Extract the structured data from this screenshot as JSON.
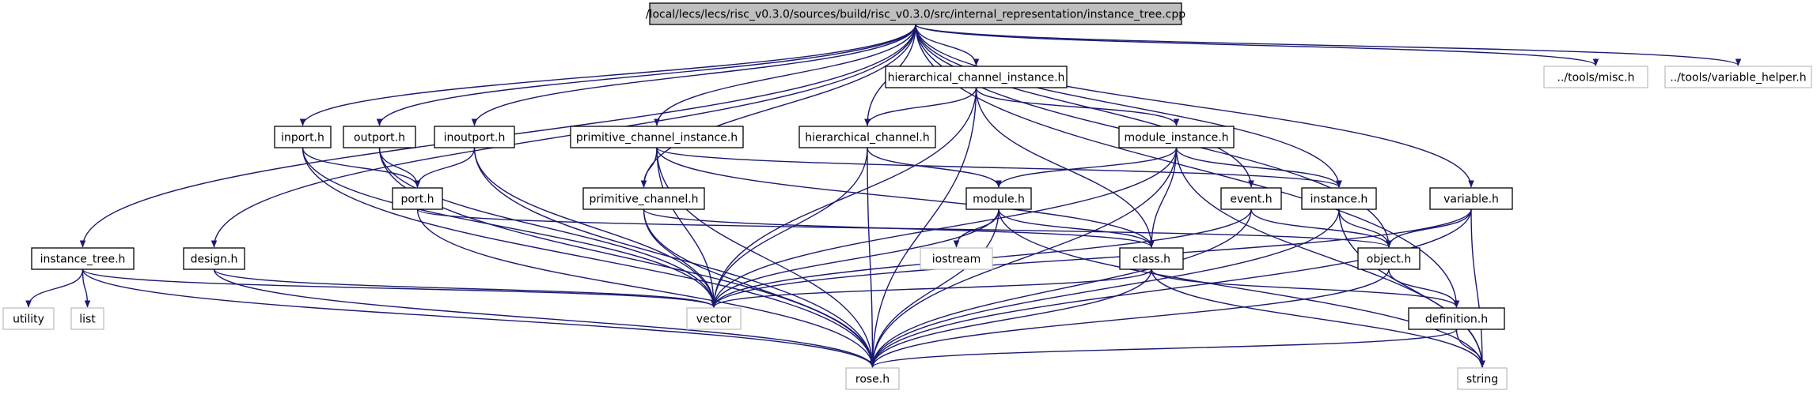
{
  "nodes": [
    {
      "id": "root",
      "label": "/local/lecs/lecs/risc_v0.3.0/sources/build/risc_v0.3.0/src/internal_representation/instance_tree.cpp",
      "kind": "root"
    },
    {
      "id": "hci",
      "label": "hierarchical_channel_instance.h",
      "kind": "normal"
    },
    {
      "id": "misc",
      "label": "../tools/misc.h",
      "kind": "external"
    },
    {
      "id": "varhelper",
      "label": "../tools/variable_helper.h",
      "kind": "external"
    },
    {
      "id": "inport",
      "label": "inport.h",
      "kind": "normal"
    },
    {
      "id": "outport",
      "label": "outport.h",
      "kind": "normal"
    },
    {
      "id": "inoutport",
      "label": "inoutport.h",
      "kind": "normal"
    },
    {
      "id": "pci",
      "label": "primitive_channel_instance.h",
      "kind": "normal"
    },
    {
      "id": "hc",
      "label": "hierarchical_channel.h",
      "kind": "normal"
    },
    {
      "id": "mi",
      "label": "module_instance.h",
      "kind": "normal"
    },
    {
      "id": "port",
      "label": "port.h",
      "kind": "normal"
    },
    {
      "id": "pc",
      "label": "primitive_channel.h",
      "kind": "normal"
    },
    {
      "id": "module",
      "label": "module.h",
      "kind": "normal"
    },
    {
      "id": "event",
      "label": "event.h",
      "kind": "normal"
    },
    {
      "id": "instance",
      "label": "instance.h",
      "kind": "normal"
    },
    {
      "id": "variable",
      "label": "variable.h",
      "kind": "normal"
    },
    {
      "id": "itree",
      "label": "instance_tree.h",
      "kind": "normal"
    },
    {
      "id": "design",
      "label": "design.h",
      "kind": "normal"
    },
    {
      "id": "iostream",
      "label": "iostream",
      "kind": "external"
    },
    {
      "id": "class",
      "label": "class.h",
      "kind": "normal"
    },
    {
      "id": "object",
      "label": "object.h",
      "kind": "normal"
    },
    {
      "id": "utility",
      "label": "utility",
      "kind": "external"
    },
    {
      "id": "list",
      "label": "list",
      "kind": "external"
    },
    {
      "id": "vector",
      "label": "vector",
      "kind": "external"
    },
    {
      "id": "definition",
      "label": "definition.h",
      "kind": "normal"
    },
    {
      "id": "rose",
      "label": "rose.h",
      "kind": "external"
    },
    {
      "id": "string",
      "label": "string",
      "kind": "external"
    }
  ],
  "edges": [
    [
      "root",
      "itree"
    ],
    [
      "root",
      "design"
    ],
    [
      "root",
      "inport"
    ],
    [
      "root",
      "outport"
    ],
    [
      "root",
      "inoutport"
    ],
    [
      "root",
      "pc"
    ],
    [
      "root",
      "pci"
    ],
    [
      "root",
      "hc"
    ],
    [
      "root",
      "hci"
    ],
    [
      "root",
      "event"
    ],
    [
      "root",
      "instance"
    ],
    [
      "root",
      "object"
    ],
    [
      "root",
      "definition"
    ],
    [
      "root",
      "variable"
    ],
    [
      "root",
      "misc"
    ],
    [
      "root",
      "varhelper"
    ],
    [
      "hci",
      "hc"
    ],
    [
      "hci",
      "mi"
    ],
    [
      "hci",
      "vector"
    ],
    [
      "hci",
      "rose"
    ],
    [
      "hci",
      "class"
    ],
    [
      "inport",
      "port"
    ],
    [
      "inport",
      "vector"
    ],
    [
      "inport",
      "rose"
    ],
    [
      "outport",
      "port"
    ],
    [
      "outport",
      "vector"
    ],
    [
      "outport",
      "rose"
    ],
    [
      "inoutport",
      "port"
    ],
    [
      "inoutport",
      "vector"
    ],
    [
      "inoutport",
      "rose"
    ],
    [
      "pci",
      "pc"
    ],
    [
      "pci",
      "vector"
    ],
    [
      "pci",
      "rose"
    ],
    [
      "pci",
      "class"
    ],
    [
      "pci",
      "instance"
    ],
    [
      "hc",
      "module"
    ],
    [
      "hc",
      "vector"
    ],
    [
      "hc",
      "rose"
    ],
    [
      "mi",
      "module"
    ],
    [
      "mi",
      "vector"
    ],
    [
      "mi",
      "rose"
    ],
    [
      "mi",
      "class"
    ],
    [
      "mi",
      "instance"
    ],
    [
      "mi",
      "string"
    ],
    [
      "port",
      "object"
    ],
    [
      "port",
      "rose"
    ],
    [
      "pc",
      "class"
    ],
    [
      "pc",
      "vector"
    ],
    [
      "pc",
      "rose"
    ],
    [
      "module",
      "iostream"
    ],
    [
      "module",
      "class"
    ],
    [
      "module",
      "vector"
    ],
    [
      "module",
      "rose"
    ],
    [
      "module",
      "string"
    ],
    [
      "event",
      "object"
    ],
    [
      "event",
      "vector"
    ],
    [
      "event",
      "rose"
    ],
    [
      "instance",
      "object"
    ],
    [
      "instance",
      "rose"
    ],
    [
      "instance",
      "string"
    ],
    [
      "variable",
      "object"
    ],
    [
      "variable",
      "vector"
    ],
    [
      "variable",
      "rose"
    ],
    [
      "variable",
      "string"
    ],
    [
      "itree",
      "utility"
    ],
    [
      "itree",
      "list"
    ],
    [
      "itree",
      "vector"
    ],
    [
      "itree",
      "rose"
    ],
    [
      "design",
      "vector"
    ],
    [
      "design",
      "rose"
    ],
    [
      "class",
      "vector"
    ],
    [
      "class",
      "rose"
    ],
    [
      "class",
      "definition"
    ],
    [
      "class",
      "string"
    ],
    [
      "object",
      "definition"
    ],
    [
      "object",
      "rose"
    ],
    [
      "definition",
      "rose"
    ],
    [
      "definition",
      "string"
    ]
  ],
  "colors": {
    "edge": "#191970",
    "root_fill": "#bfbfbf",
    "node_border": "#000000",
    "external_border": "#bfbfbf",
    "background": "#ffffff"
  }
}
